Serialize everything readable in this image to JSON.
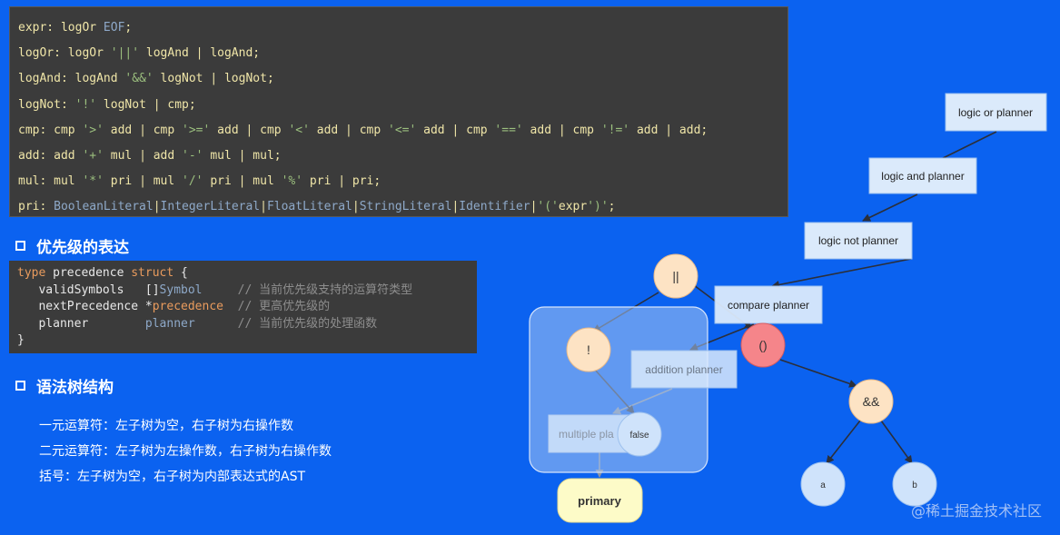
{
  "grammar": {
    "lines": [
      [
        [
          "expr: logOr ",
          ""
        ],
        [
          "EOF",
          "t"
        ],
        [
          ";",
          ""
        ]
      ],
      [
        [
          "logOr: logOr ",
          ""
        ],
        [
          "'||'",
          "s"
        ],
        [
          " logAnd | logAnd;",
          ""
        ]
      ],
      [
        [
          "logAnd: logAnd ",
          ""
        ],
        [
          "'&&'",
          "s"
        ],
        [
          " logNot | logNot;",
          ""
        ]
      ],
      [
        [
          "logNot: ",
          ""
        ],
        [
          "'!'",
          "s"
        ],
        [
          " logNot | cmp;",
          ""
        ]
      ],
      [
        [
          "cmp: cmp ",
          ""
        ],
        [
          "'>'",
          "s"
        ],
        [
          " add | cmp ",
          ""
        ],
        [
          "'>='",
          "s"
        ],
        [
          " add | cmp ",
          ""
        ],
        [
          "'<'",
          "s"
        ],
        [
          " add | cmp ",
          ""
        ],
        [
          "'<='",
          "s"
        ],
        [
          " add | cmp ",
          ""
        ],
        [
          "'=='",
          "s"
        ],
        [
          " add | cmp ",
          ""
        ],
        [
          "'!='",
          "s"
        ],
        [
          " add | add;",
          ""
        ]
      ],
      [
        [
          "add: add ",
          ""
        ],
        [
          "'+'",
          "s"
        ],
        [
          " mul | add ",
          ""
        ],
        [
          "'-'",
          "s"
        ],
        [
          " mul | mul;",
          ""
        ]
      ],
      [
        [
          "mul: mul ",
          ""
        ],
        [
          "'*'",
          "s"
        ],
        [
          " pri | mul ",
          ""
        ],
        [
          "'/'",
          "s"
        ],
        [
          " pri | mul ",
          ""
        ],
        [
          "'%'",
          "s"
        ],
        [
          " pri | pri;",
          ""
        ]
      ],
      [
        [
          "pri: ",
          ""
        ],
        [
          "BooleanLiteral",
          "t"
        ],
        [
          "|",
          ""
        ],
        [
          "IntegerLiteral",
          "t"
        ],
        [
          "|",
          ""
        ],
        [
          "FloatLiteral",
          "t"
        ],
        [
          "|",
          ""
        ],
        [
          "StringLiteral",
          "t"
        ],
        [
          "|",
          ""
        ],
        [
          "Identifier",
          "t"
        ],
        [
          "|",
          ""
        ],
        [
          "'('",
          "s"
        ],
        [
          "expr",
          ""
        ],
        [
          "')'",
          "s"
        ],
        [
          ";",
          ""
        ]
      ]
    ]
  },
  "section_precedence": {
    "title": "优先级的表达"
  },
  "struct": {
    "lines": [
      [
        [
          "type",
          "k"
        ],
        [
          " precedence ",
          ""
        ],
        [
          "struct",
          "k"
        ],
        [
          " {",
          ""
        ]
      ],
      [
        [
          "   validSymbols   []",
          ""
        ],
        [
          "Symbol",
          "t"
        ],
        [
          "     ",
          ""
        ],
        [
          "// 当前优先级支持的运算符类型",
          "c"
        ]
      ],
      [
        [
          "   nextPrecedence *",
          ""
        ],
        [
          "precedence",
          "k"
        ],
        [
          "  ",
          ""
        ],
        [
          "// 更高优先级的",
          "c"
        ]
      ],
      [
        [
          "   planner        ",
          ""
        ],
        [
          "planner",
          "t"
        ],
        [
          "      ",
          ""
        ],
        [
          "// 当前优先级的处理函数",
          "c"
        ]
      ],
      [
        [
          "}",
          ""
        ]
      ]
    ]
  },
  "section_tree": {
    "title": "语法树结构"
  },
  "tree_notes": [
    "一元运算符：左子树为空，右子树为右操作数",
    "二元运算符：左子树为左操作数，右子树为右操作数",
    "括号：左子树为空，右子树为内部表达式的AST"
  ],
  "diagram": {
    "planners": {
      "logic_or": "logic or planner",
      "logic_and": "logic and planner",
      "logic_not": "logic not planner",
      "compare": "compare planner",
      "addition": "addition planner",
      "multiple": "multiple pla"
    },
    "nodes": {
      "or": "||",
      "not": "!",
      "paren": "()",
      "and": "&&",
      "false": "false",
      "a": "a",
      "b": "b",
      "primary": "primary"
    }
  },
  "watermark": "@稀土掘金技术社区",
  "colors": {
    "background": "#0b62f0",
    "code_bg": "#3b3b3b",
    "planner_box": "#dbeafb",
    "node_peach": "#fde3c4",
    "node_red": "#f5858a",
    "node_blue": "#cfe3fb",
    "primary_yellow": "#fdfbc8"
  }
}
